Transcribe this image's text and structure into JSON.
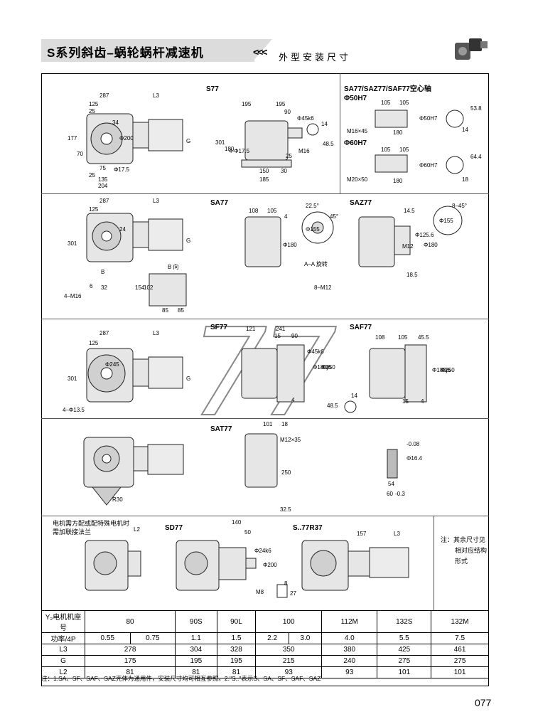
{
  "header": {
    "title": "S系列斜齿–蜗轮蜗杆减速机",
    "subtitle_chevrons": "<<<",
    "subtitle": "外型安装尺寸"
  },
  "sections": {
    "s77": {
      "label": "S77",
      "dims": {
        "d287": "287",
        "l3": "L3",
        "d125": "125",
        "d25": "25",
        "d34": "34",
        "d177": "177",
        "d75": "75",
        "d70": "70",
        "d135": "135",
        "d25b": "25",
        "d204": "204",
        "phi200": "Φ200",
        "phi17": "Φ17.5",
        "g": "G",
        "d195a": "195",
        "d195b": "195",
        "d90": "90",
        "phi45": "Φ45k6",
        "d14": "14",
        "d301": "301",
        "d180": "180",
        "phi17b": "4-Φ17.5",
        "d150": "150",
        "d185": "185",
        "d25c": "25",
        "d30": "30",
        "d485": "48.5",
        "m16": "M16"
      }
    },
    "hollow": {
      "label": "SA77/SAZ77/SAF77空心轴",
      "phi50": "Φ50H7",
      "phi60": "Φ60H7",
      "dims": {
        "a105": "105",
        "a105b": "105",
        "m16x45": "M16×45",
        "a180": "180",
        "phi50h7": "Φ50H7",
        "a14": "14",
        "a538": "53.8",
        "b105": "105",
        "b105b": "105",
        "m20x50": "M20×50",
        "b180": "180",
        "phi60h7": "Φ60H7",
        "b18": "18",
        "b644": "64.4"
      }
    },
    "sa77": {
      "label": "SA77",
      "dims": {
        "d287": "287",
        "l3": "L3",
        "d125": "125",
        "d24": "24",
        "d301": "301",
        "g": "G",
        "b": "B",
        "m16": "4–M16",
        "d6": "6",
        "d32": "32",
        "bdir": "B 向",
        "d154": "154",
        "d102": "102",
        "d85": "85",
        "d85b": "85",
        "d108": "108",
        "d105": "105",
        "d4": "4",
        "phi180": "Φ180",
        "ang": "22.5°",
        "ang45": "45°",
        "phi155": "Φ155",
        "aa": "A–A 旋转",
        "m12": "8–M12"
      }
    },
    "saz77": {
      "label": "SAZ77",
      "dims": {
        "d145": "14.5",
        "m12": "M12",
        "phi1256": "Φ125.6",
        "phi180": "Φ180",
        "d185": "18.5",
        "ang": "8–45°",
        "phi155": "Φ155"
      }
    },
    "sf77": {
      "label": "SF77",
      "dims": {
        "d287": "287",
        "l3": "L3",
        "d125": "125",
        "phi245": "Φ245",
        "d301": "301",
        "g": "G",
        "phi135": "4–Φ13.5",
        "d121": "121",
        "d241": "241",
        "d15": "15",
        "d90": "90",
        "phi45": "Φ45k6",
        "phi180": "Φ180j6",
        "phi250": "Φ250",
        "d4": "4",
        "d14": "14",
        "d485": "48.5"
      }
    },
    "saf77": {
      "label": "SAF77",
      "dims": {
        "d108": "108",
        "d105": "105",
        "d455": "45.5",
        "phi180": "Φ180j6",
        "phi250": "Φ250",
        "d15": "15",
        "d4": "4"
      }
    },
    "sat77": {
      "label": "SAT77",
      "dims": {
        "d101": "101",
        "d18": "18",
        "m12": "M12×35",
        "d250": "250",
        "d325": "32.5",
        "r30": "R30",
        "phi164": "Φ16.4",
        "d0": "-0.08",
        "d54": "54",
        "d60": "60",
        "d03": "-0.3"
      }
    },
    "sd77": {
      "label": "SD77",
      "dims": {
        "d140": "140",
        "d50": "50",
        "phi24": "Φ24k6",
        "phi200": "Φ200",
        "m8": "M8",
        "d8": "8",
        "d27": "27",
        "l2": "L2"
      }
    },
    "s77r37": {
      "label": "S..77R37",
      "dims": {
        "d157": "157",
        "l3": "L3"
      }
    }
  },
  "notes": {
    "motor_flange": "电机需方配或配特殊电机时需加联接法兰",
    "side_note_line1": "注：其余尺寸见",
    "side_note_line2": "相对应结构",
    "side_note_line3": "形式",
    "footer": "注：1.SA、SF、SAF、SAZ壳体为通用件，安装尺寸均可相互参照。2.\"S..\"表示S、SA、SF、SAF、SAZ"
  },
  "table": {
    "row_headers": [
      "Y₂电机机座号",
      "功率/4P",
      "L3",
      "G",
      "L2"
    ],
    "frame_sizes": [
      "80",
      "90S",
      "90L",
      "100",
      "112M",
      "132S",
      "132M"
    ],
    "power": [
      "0.55",
      "0.75",
      "1.1",
      "1.5",
      "2.2",
      "3.0",
      "4.0",
      "5.5",
      "7.5"
    ],
    "l3": [
      "278",
      "304",
      "328",
      "350",
      "380",
      "425",
      "461"
    ],
    "g": [
      "175",
      "195",
      "195",
      "215",
      "240",
      "275",
      "275"
    ],
    "l2": [
      "81",
      "81",
      "81",
      "93",
      "93",
      "101",
      "101"
    ]
  },
  "watermark": "77",
  "page_number": "077"
}
